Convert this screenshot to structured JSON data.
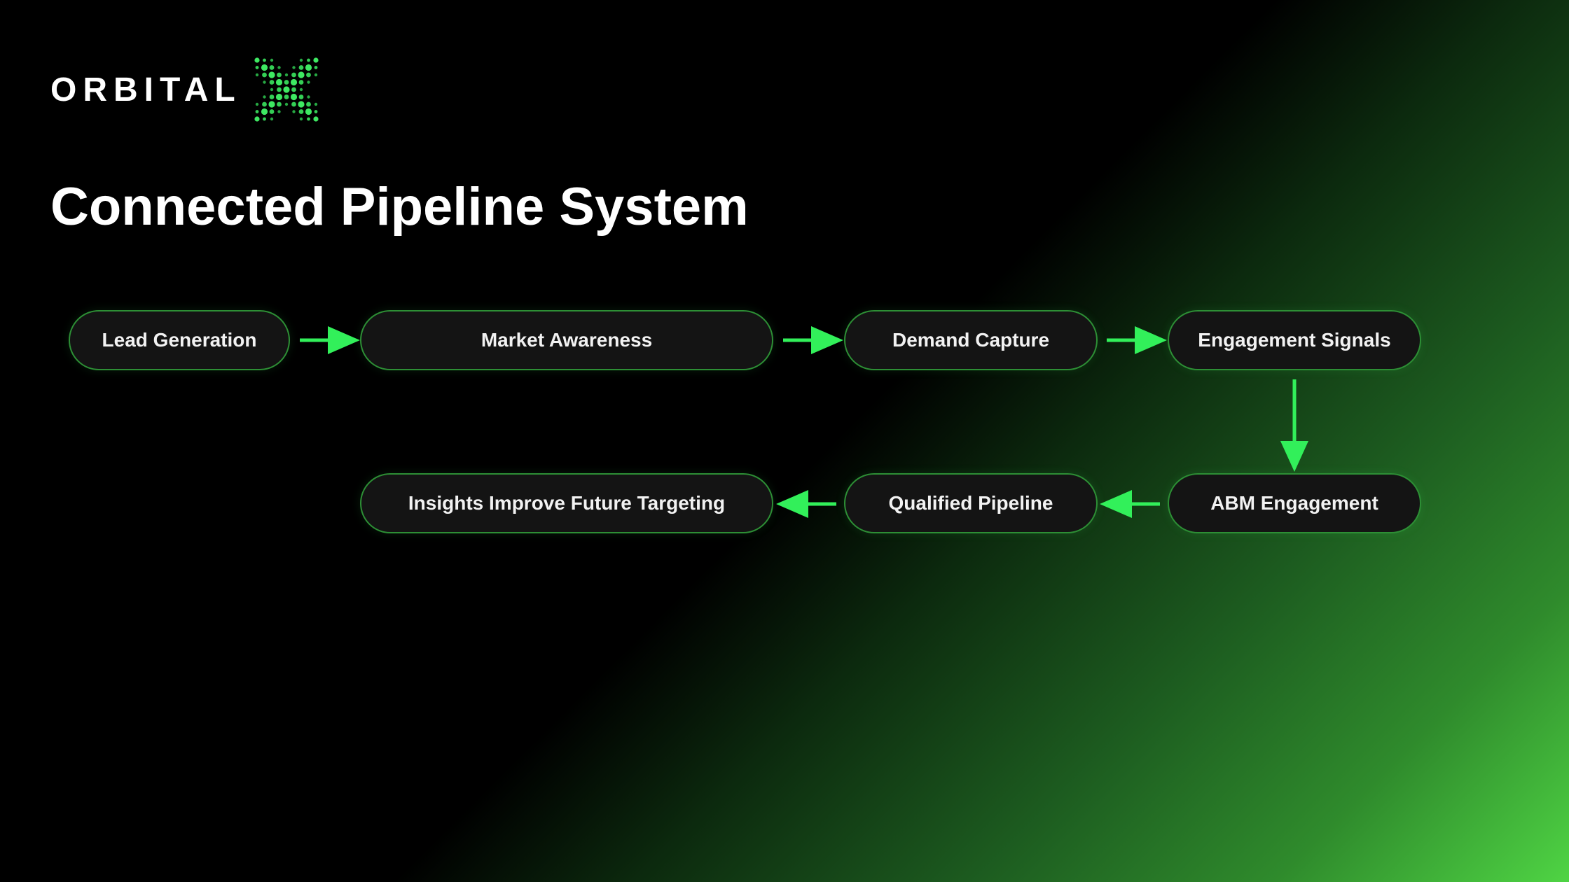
{
  "brand": {
    "name": "ORBITAL",
    "logo_icon": "dotted-x-logo-icon"
  },
  "title": "Connected Pipeline System",
  "colors": {
    "accent": "#32f05a",
    "node_border": "#2d8f35",
    "node_fill": "#141414",
    "background": "#000000"
  },
  "diagram": {
    "nodes": [
      {
        "id": "lead-generation",
        "label": "Lead Generation"
      },
      {
        "id": "market-awareness",
        "label": "Market Awareness"
      },
      {
        "id": "demand-capture",
        "label": "Demand Capture"
      },
      {
        "id": "engagement-signals",
        "label": "Engagement Signals"
      },
      {
        "id": "abm-engagement",
        "label": "ABM Engagement"
      },
      {
        "id": "qualified-pipeline",
        "label": "Qualified Pipeline"
      },
      {
        "id": "insights-targeting",
        "label": "Insights Improve Future Targeting"
      }
    ],
    "edges": [
      {
        "from": "lead-generation",
        "to": "market-awareness"
      },
      {
        "from": "market-awareness",
        "to": "demand-capture"
      },
      {
        "from": "demand-capture",
        "to": "engagement-signals"
      },
      {
        "from": "engagement-signals",
        "to": "abm-engagement"
      },
      {
        "from": "abm-engagement",
        "to": "qualified-pipeline"
      },
      {
        "from": "qualified-pipeline",
        "to": "insights-targeting"
      }
    ]
  }
}
